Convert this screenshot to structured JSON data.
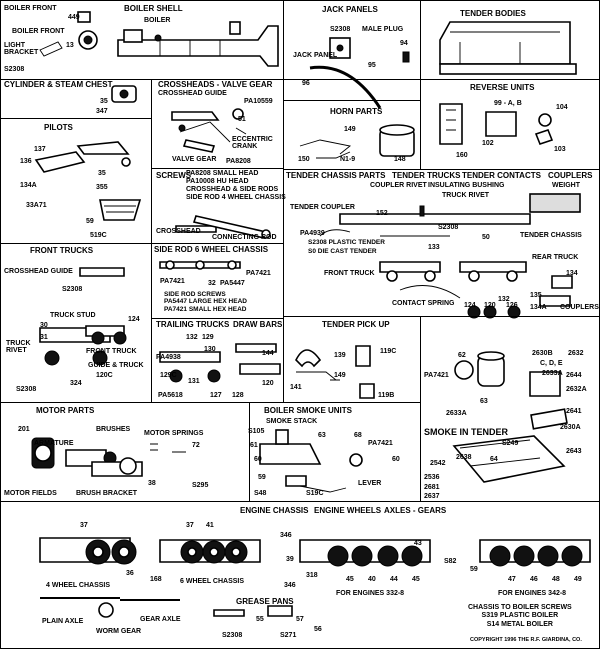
{
  "sections": {
    "boiler_front": "BOILER FRONT",
    "boiler_shell": "BOILER SHELL",
    "jack_panels": "JACK PANELS",
    "tender_bodies": "TENDER BODIES",
    "cylinder_steam_chest": "CYLINDER & STEAM CHEST",
    "crossheads_valve_gear": "CROSSHEADS - VALVE GEAR",
    "reverse_units": "REVERSE UNITS",
    "horn_parts": "HORN PARTS",
    "pilots": "PILOTS",
    "screws": "SCREWS",
    "tender_chassis_parts": "TENDER CHASSIS PARTS",
    "tender_trucks": "TENDER TRUCKS",
    "tender_contacts": "TENDER CONTACTS",
    "couplers_head": "COUPLERS",
    "front_trucks": "FRONT TRUCKS",
    "side_rod_6_wheel": "SIDE ROD 6 WHEEL CHASSIS",
    "trailing_trucks": "TRAILING TRUCKS",
    "draw_bars": "DRAW BARS",
    "tender_pick_up": "TENDER PICK UP",
    "motor_parts": "MOTOR PARTS",
    "boiler_smoke_units": "BOILER SMOKE UNITS",
    "smoke_in_tender": "SMOKE IN TENDER",
    "engine_chassis": "ENGINE CHASSIS",
    "engine_wheels": "ENGINE WHEELS",
    "axles_gears": "AXLES - GEARS",
    "grease_pans": "GREASE PANS"
  },
  "labels": {
    "boiler_front": "BOILER FRONT",
    "n449": "449",
    "boiler_front2": "BOILER FRONT",
    "n13": "13",
    "light_bracket": "LIGHT\nBRACKET",
    "s2308_a": "S2308",
    "boiler": "BOILER",
    "s2308_jack": "S2308",
    "male_plug": "MALE PLUG",
    "n94": "94",
    "jack_panel": "JACK PANEL",
    "n95": "95",
    "n96": "96",
    "n35_cyl": "35",
    "n347": "347",
    "crosshead_guide": "CROSSHEAD GUIDE",
    "pa10559": "PA10559",
    "n51": "51",
    "eccentric_crank": "ECCENTRIC\nCRANK",
    "valve_gear": "VALVE GEAR",
    "pa8208": "PA8208",
    "reverse_nums": "99 - A, B",
    "n104": "104",
    "n102": "102",
    "n160": "160",
    "n103": "103",
    "n149": "149",
    "n150": "150",
    "n1_9": "N1-9",
    "n148": "148",
    "n137": "137",
    "n136": "136",
    "n134a": "134A",
    "n35_pil": "35",
    "n355": "355",
    "n33a71": "33A71",
    "n59": "59",
    "n5190": "519C",
    "screws_list": "PA8208 SMALL HEAD\nPA10008 HU HEAD\nCROSSHEAD & SIDE RODS\nSIDE ROD 4 WHEEL CHASSIS",
    "crosshead": "CROSSHEAD",
    "connecting_rod": "CONNECTING ROD",
    "coupler_rivet": "COUPLER RIVET",
    "insulating_bushing": "INSULATING BUSHING",
    "truck_rivet": "TRUCK RIVET",
    "weight": "WEIGHT",
    "tender_coupler": "TENDER COUPLER",
    "n152": "152",
    "pa4939": "PA4939",
    "s2308_plastic": "S2308 PLASTIC TENDER",
    "s0_die_cast": "S0 DIE CAST TENDER",
    "s2308_tc": "S2308",
    "n50": "50",
    "tender_chassis": "TENDER CHASSIS",
    "n133": "133",
    "front_truck_tc": "FRONT TRUCK",
    "rear_truck": "REAR TRUCK",
    "n134": "134",
    "contact_spring": "CONTACT SPRING",
    "n132": "132",
    "n135": "135",
    "n124_tc": "124",
    "n120_tc": "120",
    "n126": "126",
    "n134a_tc": "134A",
    "couplers": "COUPLERS",
    "crosshead_guide_ft": "CROSSHEAD GUIDE",
    "s2308_ft": "S2308",
    "truck_stud": "TRUCK STUD",
    "n30": "30",
    "n124_ft": "124",
    "n31": "31",
    "front_truck_ft": "FRONT TRUCK",
    "truck_rivet_ft": "TRUCK\nRIVET",
    "guide_truck": "GUIDE & TRUCK",
    "n1200": "120C",
    "s2308_ft2": "S2308",
    "n324": "324",
    "pa7421_sr": "PA7421",
    "n32": "32",
    "pa5447": "PA5447",
    "pa7421_sr2": "PA7421",
    "side_rod_screws": "SIDE ROD SCREWS\nPA5447 LARGE HEX HEAD\nPA7421 SMALL HEX HEAD",
    "pa4938": "PA4938",
    "n132_tt": "132",
    "n129": "129",
    "n130": "130",
    "n1296": "129C",
    "n131": "131",
    "n127": "127",
    "n128": "128",
    "pa5618": "PA5618",
    "n144": "144",
    "n120_db": "120",
    "n139": "139",
    "n1190": "119C",
    "n149_tp": "149",
    "n141": "141",
    "n119b": "119B",
    "n62": "62",
    "pa7421_st": "PA7421",
    "n2630b": "2630B",
    "n2632": "2632",
    "cde": "C, D, E",
    "n2633a": "2633A",
    "n63": "63",
    "n2644": "2644",
    "n2632a": "2632A",
    "n2841": "2641",
    "n2833a": "2633A",
    "n2630a": "2630A",
    "n201": "201",
    "armature": "ARMATURE",
    "brushes": "BRUSHES",
    "motor_springs": "MOTOR SPRINGS",
    "n72": "72",
    "n38": "38",
    "s295": "S295",
    "motor_fields": "MOTOR FIELDS",
    "brush_bracket": "BRUSH BRACKET",
    "s1051": "S105",
    "smoke_stack": "SMOKE STACK",
    "n63_bs": "63",
    "n61": "61",
    "n68": "68",
    "pa7421_bs": "PA7421",
    "n60": "60",
    "n59_bs": "59",
    "s48": "S48",
    "s190": "S19C",
    "lever": "LEVER",
    "n5249": "S249",
    "n2542": "2542",
    "n2638": "2638",
    "n64": "64",
    "n2643": "2643",
    "n2536": "2536",
    "n2681": "2681",
    "n2637": "2637",
    "n37_4w": "37",
    "n36": "36",
    "n168": "168",
    "four_wheel": "4 WHEEL CHASSIS",
    "n37_6w": "37",
    "n41": "41",
    "six_wheel": "6 WHEEL CHASSIS",
    "n346": "346",
    "n39": "39",
    "n318": "318",
    "n45": "45",
    "n40": "40",
    "n44": "44",
    "n43": "43",
    "for_332": "FOR ENGINES 332-8",
    "s82": "S82",
    "n59_c": "59",
    "n47": "47",
    "n46": "46",
    "n48": "48",
    "n49": "49",
    "for_342": "FOR ENGINES 342-8",
    "plain_axle": "PLAIN AXLE",
    "gear_axle": "GEAR AXLE",
    "wormgear": "WORM GEAR",
    "n55": "55",
    "s2308_gp": "S2308",
    "n57": "57",
    "s271": "S271",
    "n56": "56",
    "chassis_screws": "CHASSIS TO BOILER SCREWS\nS319 PLASTIC BOILER\nS14 METAL BOILER",
    "copyright": "COPYRIGHT 1996 THE R.F. GIARDINA, CO."
  }
}
